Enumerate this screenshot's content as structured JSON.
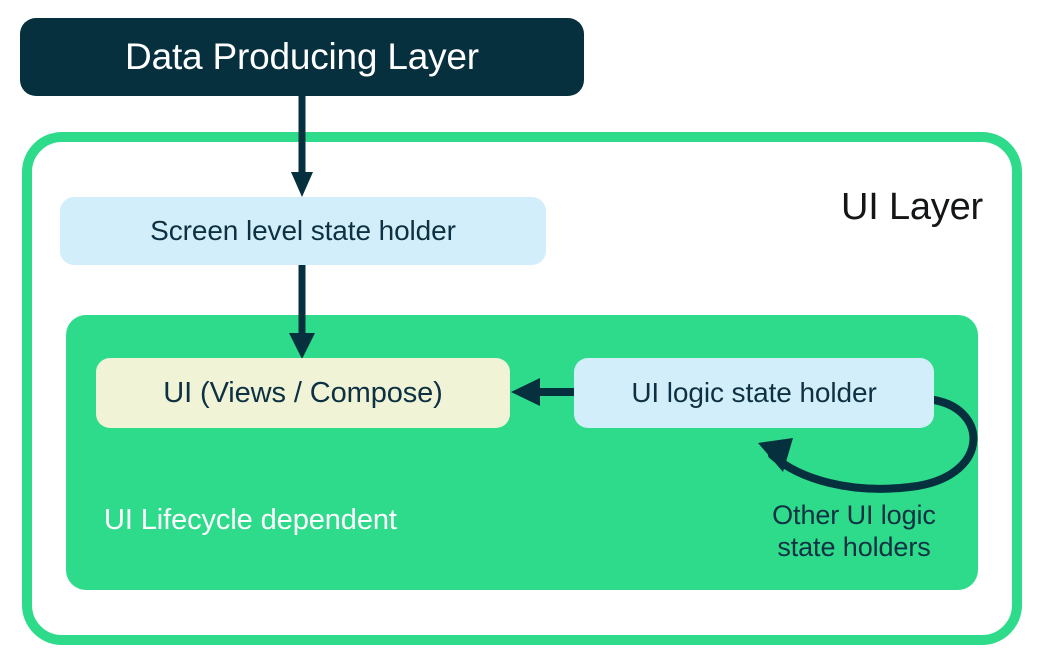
{
  "diagram": {
    "title": "Android UI Layer architecture diagram",
    "colors": {
      "dark_navy": "#07303f",
      "green_accent": "#2ddb8b",
      "light_blue": "#d3eefb",
      "cream": "#f0f3d6",
      "white": "#ffffff",
      "text_dark": "#0d3142"
    },
    "nodes": {
      "data_producing_layer": {
        "label": "Data Producing Layer"
      },
      "ui_layer": {
        "label": "UI Layer"
      },
      "screen_level_state_holder": {
        "label": "Screen level state holder"
      },
      "ui_lifecycle_panel": {
        "label": "UI Lifecycle dependent"
      },
      "ui_views_compose": {
        "label": "UI (Views / Compose)"
      },
      "ui_logic_state_holder": {
        "label": "UI logic state holder"
      },
      "other_ui_logic_state_holders": {
        "line1": "Other UI logic",
        "line2": "state holders"
      }
    },
    "edges": [
      {
        "name": "data-producing-to-screen-state-holder",
        "from": "Data Producing Layer",
        "to": "Screen level state holder",
        "direction": "down"
      },
      {
        "name": "screen-state-holder-to-ui",
        "from": "Screen level state holder",
        "to": "UI (Views / Compose)",
        "direction": "down"
      },
      {
        "name": "ui-logic-state-holder-to-ui",
        "from": "UI logic state holder",
        "to": "UI (Views / Compose)",
        "direction": "left"
      },
      {
        "name": "ui-logic-state-holder-self-loop",
        "from": "UI logic state holder",
        "to": "UI logic state holder",
        "direction": "curved-loop"
      }
    ]
  }
}
